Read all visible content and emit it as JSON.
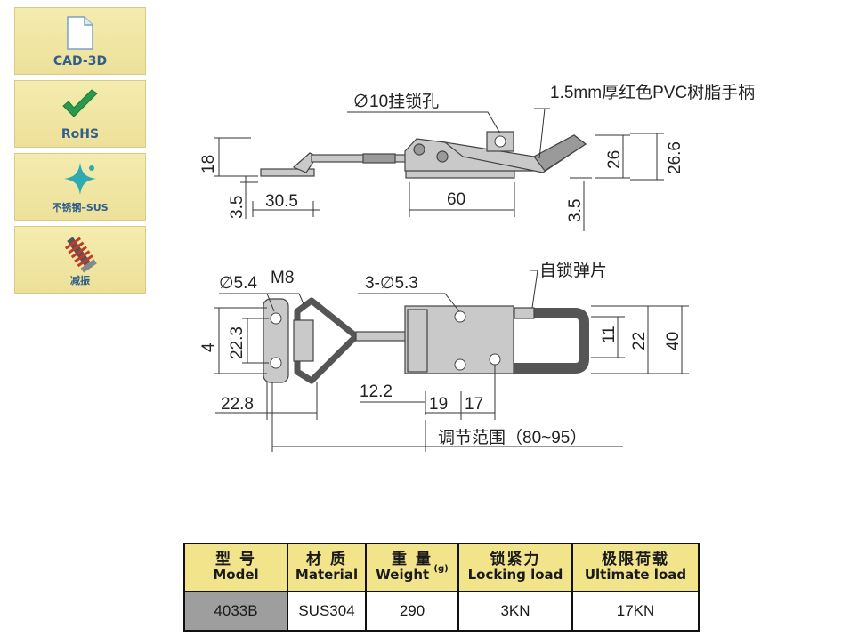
{
  "badges": [
    {
      "label": "CAD-3D",
      "icon": "document-icon"
    },
    {
      "label": "RoHS",
      "icon": "checkmark-icon"
    },
    {
      "label": "不锈钢–SUS",
      "icon": "sparkle-icon"
    },
    {
      "label": "减振",
      "icon": "spring-icon"
    }
  ],
  "drawing": {
    "side_view": {
      "hole_note": "∅10挂锁孔",
      "handle_note": "1.5mm厚红色PVC树脂手柄",
      "dims": {
        "h18": "18",
        "h3_5_left": "3.5",
        "w30_5": "30.5",
        "w60": "60",
        "h3_5_right": "3.5",
        "h26": "26",
        "h26_6": "26.6"
      }
    },
    "top_view": {
      "hole_left": "∅5.4",
      "thread": "M8",
      "holes_three": "3-∅5.3",
      "self_lock": "自锁弹片",
      "dims": {
        "v4": "4",
        "v22_3": "22.3",
        "w22_8": "22.8",
        "w12_2": "12.2",
        "w19": "19",
        "w17": "17",
        "v11": "11",
        "v22": "22",
        "v40": "40"
      },
      "adjust_range": "调节范围（80~95）"
    }
  },
  "spec_table": {
    "headers": [
      {
        "zh": "型 号",
        "en": "Model",
        "unit": ""
      },
      {
        "zh": "材 质",
        "en": "Material",
        "unit": ""
      },
      {
        "zh": "重 量",
        "en": "Weight",
        "unit": "(g)"
      },
      {
        "zh": "锁紧力",
        "en": "Locking load",
        "unit": ""
      },
      {
        "zh": "极限荷载",
        "en": "Ultimate load",
        "unit": ""
      }
    ],
    "row": {
      "model": "4033B",
      "material": "SUS304",
      "weight": "290",
      "locking": "3KN",
      "ultimate": "17KN"
    }
  }
}
